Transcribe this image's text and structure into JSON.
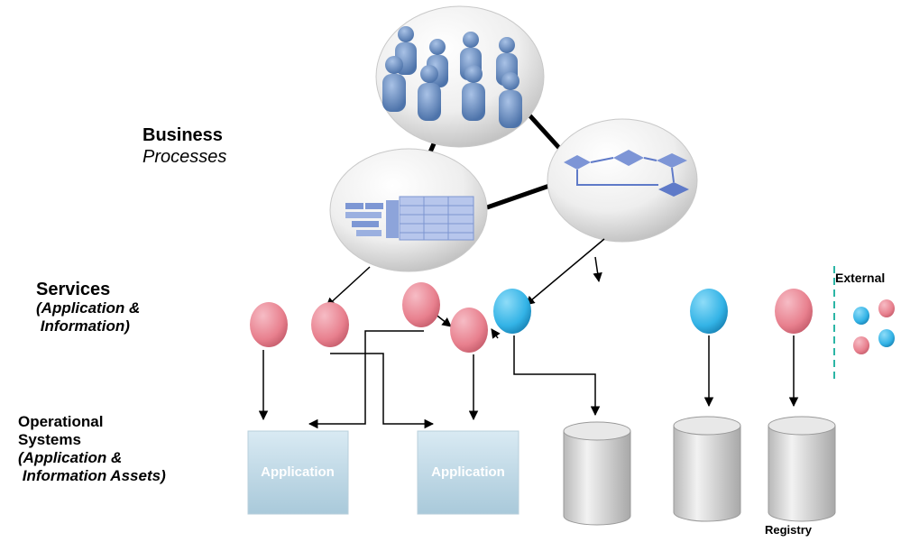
{
  "layers": {
    "business": {
      "title": "Business",
      "subtitle": "Processes"
    },
    "services": {
      "title": "Services",
      "line1": "(Application &",
      "line2": " Information)"
    },
    "operational": {
      "line1": "Operational",
      "line2": "Systems",
      "line3": "(Application &",
      "line4": " Information Assets)"
    }
  },
  "nodes": {
    "application_1": "Application",
    "application_2": "Application"
  },
  "external_label": "External",
  "registry_label": "Registry",
  "colors": {
    "pink_service": "#e8808e",
    "blue_service": "#33b3e6",
    "app_box": "#c2dbe8",
    "database": "#d0d0d0",
    "dashed_line": "#2bb5a5"
  },
  "icons": [
    "people-group-icon",
    "table-data-icon",
    "workflow-icon",
    "database-icon"
  ]
}
